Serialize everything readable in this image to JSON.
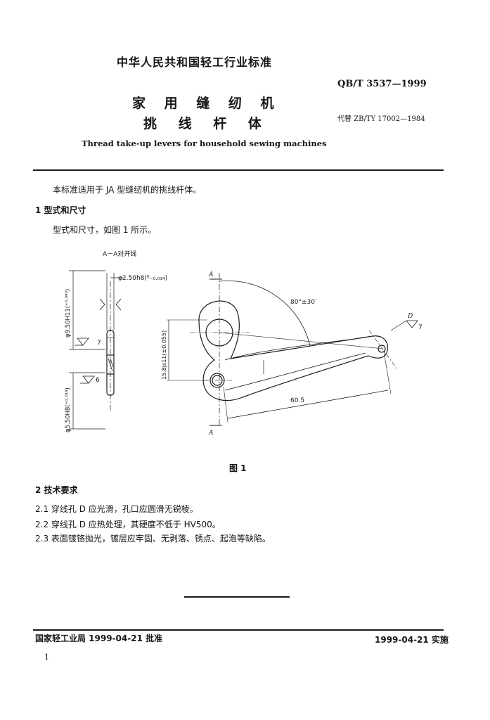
{
  "header": {
    "org_standard": "中华人民共和国轻工行业标准",
    "code": "QB/T 3537—1999",
    "title_line1": "家 用 缝 纫 机",
    "title_line2": "挑 线 杆 体",
    "replaces": "代替 ZB/TY 17002—1984",
    "english_title": "Thread take-up levers for household sewing machines"
  },
  "body": {
    "intro": "本标准适用于 JA 型缝纫机的挑线杆体。",
    "section1_heading": "1  型式和尺寸",
    "section1_text": "型式和尺寸，如图 1 所示。",
    "section2_heading": "2  技术要求",
    "requirements": [
      "2.1  穿线孔 D 应光滑，孔口应圆滑无锐棱。",
      "2.2  穿线孔 D 应热处理，其硬度不低于 HV500。",
      "2.3  表面镀铬抛光，镀层应牢固、无剥落、锈点、起泡等缺陷。"
    ]
  },
  "figure": {
    "section_label": "A－A对开线",
    "caption": "图 1",
    "dim_top": "φ2.50h8(⁰₋₀.₀₁₄)",
    "dim_left_top": "φ9.50H11(⁺⁰·⁰⁹⁰)",
    "dim_left_bottom": "φ5.50H8(⁺⁰·⁰¹⁸)",
    "dim_vertical": "15.8js11(±0.055)",
    "dim_angle": "80°±30′",
    "dim_length": "60.5",
    "label_a": "A",
    "label_d": "D",
    "surface_7": "7",
    "surface_6": "6"
  },
  "footer": {
    "approver": "国家轻工业局 1999-04-21 批准",
    "implement": "1999-04-21 实施",
    "page_number": "1"
  }
}
